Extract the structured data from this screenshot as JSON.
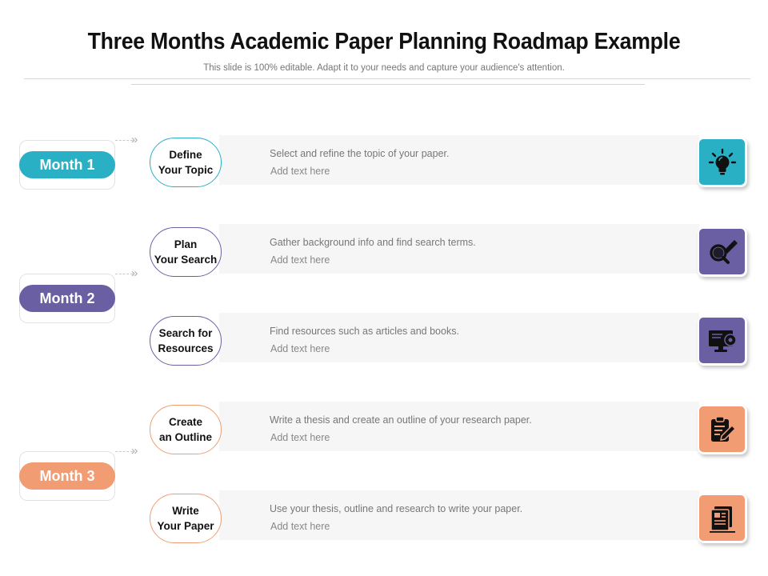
{
  "header": {
    "title": "Three Months Academic Paper Planning Roadmap Example",
    "subtitle": "This slide is 100% editable. Adapt it to your needs and capture your audience's attention."
  },
  "colors": {
    "teal": "#2ab0c4",
    "purple": "#6b5fa3",
    "orange": "#f29c74"
  },
  "months": [
    {
      "label": "Month 1",
      "color": "#2ab0c4"
    },
    {
      "label": "Month 2",
      "color": "#6b5fa3"
    },
    {
      "label": "Month 3",
      "color": "#f29c74"
    }
  ],
  "steps": [
    {
      "line1": "Define",
      "line2": "Your Topic",
      "description": "Select and refine the topic of your paper.",
      "hint": "Add text here",
      "icon": "lightbulb-icon",
      "color": "#2ab0c4"
    },
    {
      "line1": "Plan",
      "line2": "Your Search",
      "description": "Gather background info and find search terms.",
      "hint": "Add text here",
      "icon": "magnifier-pencil-icon",
      "color": "#6b5fa3"
    },
    {
      "line1": "Search for",
      "line2": "Resources",
      "description": "Find resources such as articles and books.",
      "hint": "Add text here",
      "icon": "monitor-gear-icon",
      "color": "#6b5fa3"
    },
    {
      "line1": "Create",
      "line2": "an Outline",
      "description": "Write a thesis and create an outline of your research  paper.",
      "hint": "Add text here",
      "icon": "clipboard-pen-icon",
      "color": "#f29c74"
    },
    {
      "line1": "Write",
      "line2": "Your Paper",
      "description": "Use your thesis, outline and research to write your paper.",
      "hint": "Add text here",
      "icon": "document-icon",
      "color": "#f29c74"
    }
  ]
}
